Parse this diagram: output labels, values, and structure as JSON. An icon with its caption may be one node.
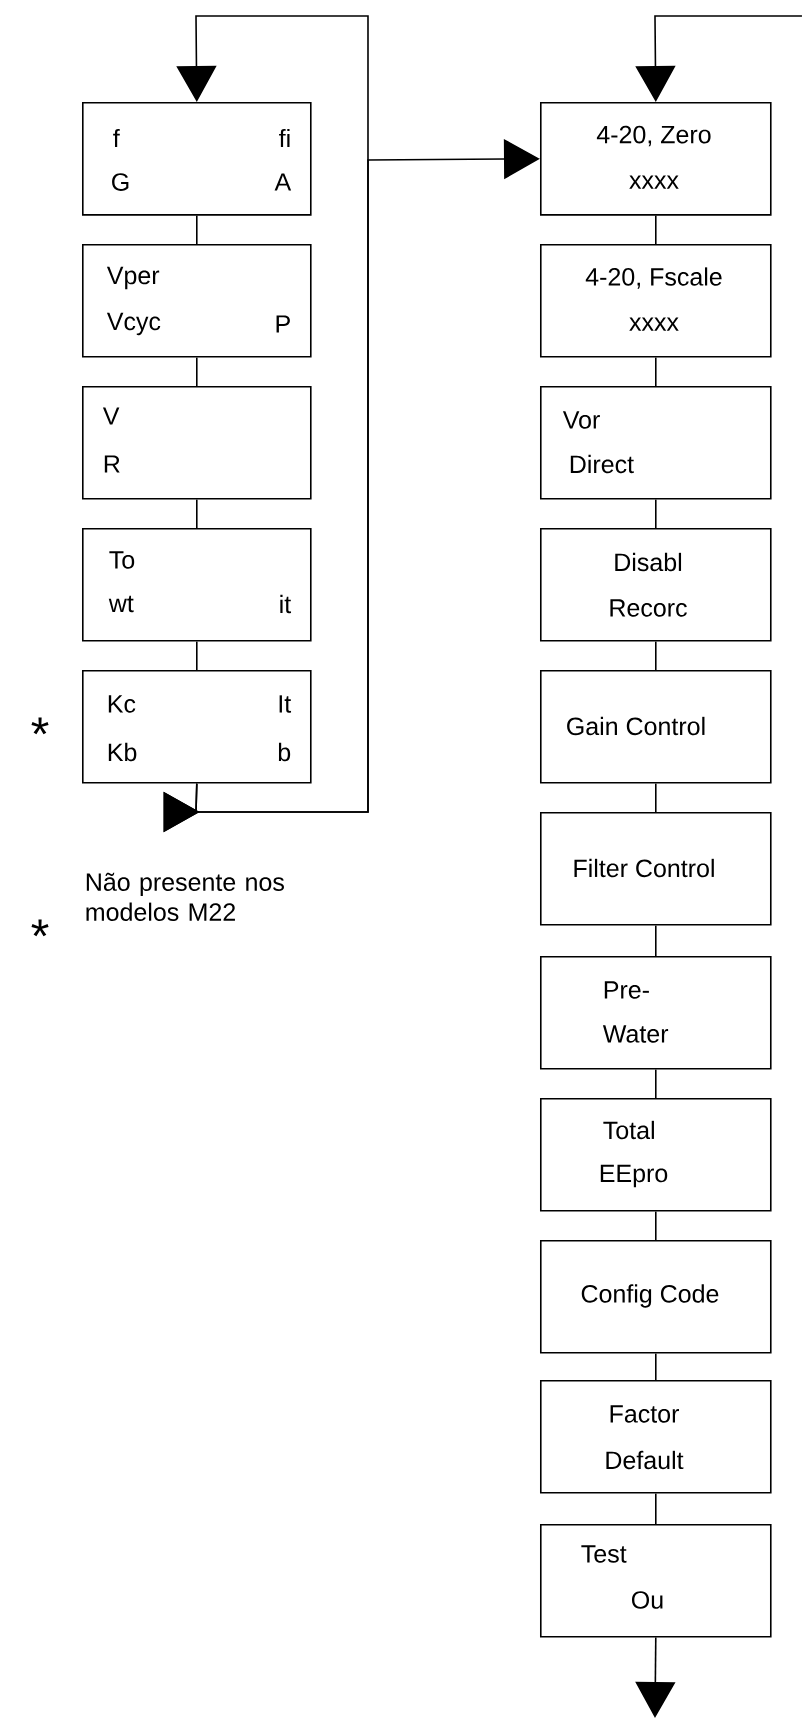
{
  "diagram": {
    "nodes": [
      {
        "text": [
          "f",
          "fi",
          "G",
          "A"
        ]
      },
      {
        "text": [
          "Vper",
          "Vcyc",
          "P"
        ]
      },
      {
        "text": [
          "V",
          "R"
        ]
      },
      {
        "text": [
          "To",
          "wt",
          "it"
        ]
      },
      {
        "text": [
          "Kc",
          "It",
          "Kb",
          "b"
        ],
        "beside": [
          "*"
        ]
      },
      {
        "text": [
          "4-20, Zero",
          "xxxx"
        ]
      },
      {
        "text": [
          "4-20, Fscale",
          "xxxx"
        ]
      },
      {
        "text": [
          "Vor",
          "Direct"
        ]
      },
      {
        "text": [
          "Disabl",
          "Recorc"
        ]
      },
      {
        "text": [
          "Gain Control"
        ]
      },
      {
        "text": [
          "Filter Control"
        ]
      },
      {
        "text": [
          "Pre-",
          "Water"
        ]
      },
      {
        "text": [
          "Total",
          "EEpro"
        ]
      },
      {
        "text": [
          "Config Code"
        ]
      },
      {
        "text": [
          "Factor",
          "Default"
        ]
      },
      {
        "text": [
          "Test",
          "Ou"
        ]
      }
    ],
    "edges": [
      {
        "from": 0,
        "to": 1,
        "arrow": "none"
      },
      {
        "from": 1,
        "to": 2,
        "arrow": "none"
      },
      {
        "from": 2,
        "to": 3,
        "arrow": "none"
      },
      {
        "from": 3,
        "to": 4,
        "arrow": "none"
      },
      {
        "from": 4,
        "to": 0,
        "arrow": "to"
      },
      {
        "from": 4,
        "to": 5,
        "arrow": "to"
      },
      {
        "from": null,
        "to": 5,
        "arrow": "to"
      },
      {
        "from": 5,
        "to": 6,
        "arrow": "none"
      },
      {
        "from": 6,
        "to": 7,
        "arrow": "none"
      },
      {
        "from": 7,
        "to": 8,
        "arrow": "none"
      },
      {
        "from": 8,
        "to": 9,
        "arrow": "none"
      },
      {
        "from": 9,
        "to": 10,
        "arrow": "none"
      },
      {
        "from": 10,
        "to": 11,
        "arrow": "none"
      },
      {
        "from": 11,
        "to": 12,
        "arrow": "none"
      },
      {
        "from": 12,
        "to": 13,
        "arrow": "none"
      },
      {
        "from": 13,
        "to": 14,
        "arrow": "none"
      },
      {
        "from": 14,
        "to": 15,
        "arrow": "none"
      },
      {
        "from": 15,
        "to": null,
        "arrow": "to"
      }
    ],
    "labels": [
      "*",
      "Não presente nos modelos M22"
    ]
  }
}
